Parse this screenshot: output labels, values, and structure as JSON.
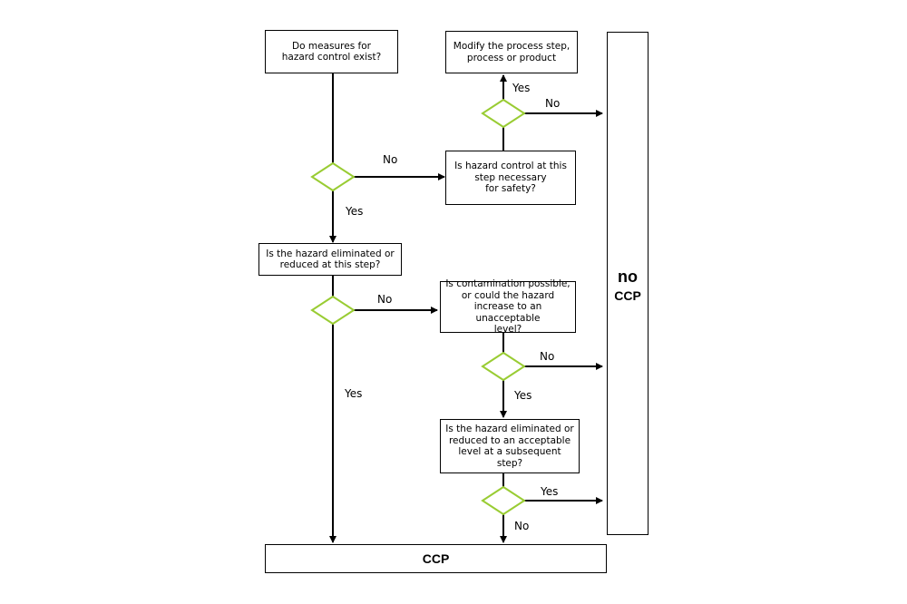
{
  "colors": {
    "diamond": "#99cc33",
    "line": "#000000"
  },
  "boxes": {
    "q1": "Do measures for\nhazard control exist?",
    "modify": "Modify the process step,\nprocess or product",
    "q_safety": "Is hazard control at this\nstep necessary\nfor safety?",
    "q2": "Is the hazard eliminated or\nreduced at this step?",
    "q3": "Is contamination possible,\nor could the hazard\nincrease to an unacceptable\nlevel?",
    "q4": "Is the hazard eliminated or\nreduced to an acceptable\nlevel at a subsequent step?",
    "no_ccp_line1": "no",
    "no_ccp_line2": "CCP",
    "ccp": "CCP"
  },
  "labels": {
    "yes_modify": "Yes",
    "no_to_noccp_top": "No",
    "no_q1": "No",
    "yes_q1": "Yes",
    "no_q2": "No",
    "yes_q2": "Yes",
    "no_q3": "No",
    "yes_q3": "Yes",
    "yes_q4": "Yes",
    "no_q4": "No"
  }
}
